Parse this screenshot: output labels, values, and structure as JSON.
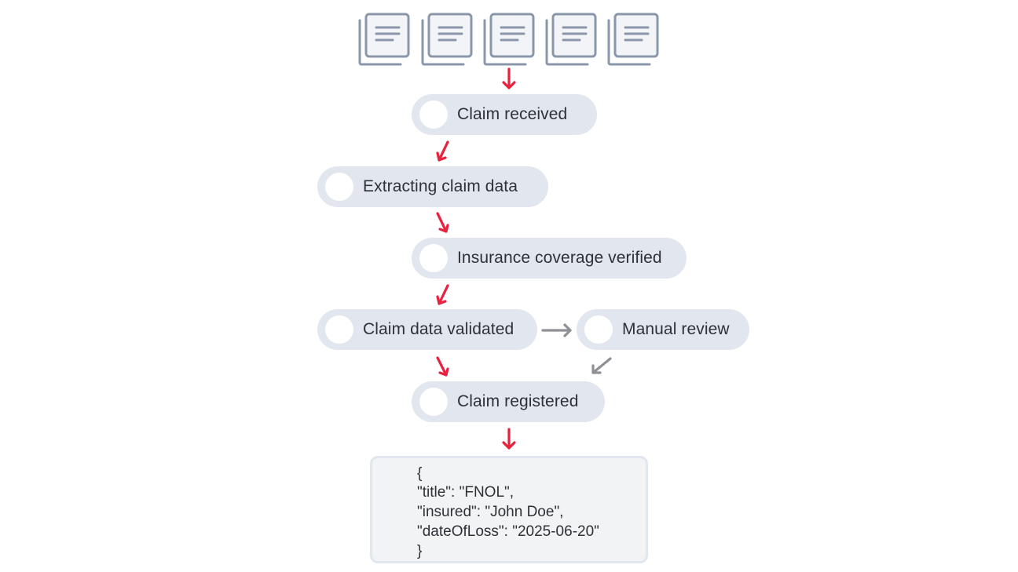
{
  "documents": [
    {
      "icon": "document-stack-icon"
    },
    {
      "icon": "document-stack-icon"
    },
    {
      "icon": "document-stack-icon"
    },
    {
      "icon": "document-stack-icon"
    },
    {
      "icon": "document-stack-icon"
    }
  ],
  "steps": {
    "claim_received": "Claim received",
    "extracting": "Extracting claim data",
    "coverage": "Insurance coverage verified",
    "validated": "Claim data validated",
    "manual_review": "Manual review",
    "registered": "Claim registered"
  },
  "output": {
    "open_brace": "{",
    "line1": "\"title\": \"FNOL\",",
    "line2": "\"insured\": \"John Doe\",",
    "line3": "\"dateOfLoss\": \"2025-06-20\"",
    "close_brace": "}"
  },
  "colors": {
    "main_flow_arrow": "#e8213f",
    "side_flow_arrow": "#8e9096",
    "pill_background": "#e1e6ef",
    "icon_stroke": "#8a97aa"
  }
}
